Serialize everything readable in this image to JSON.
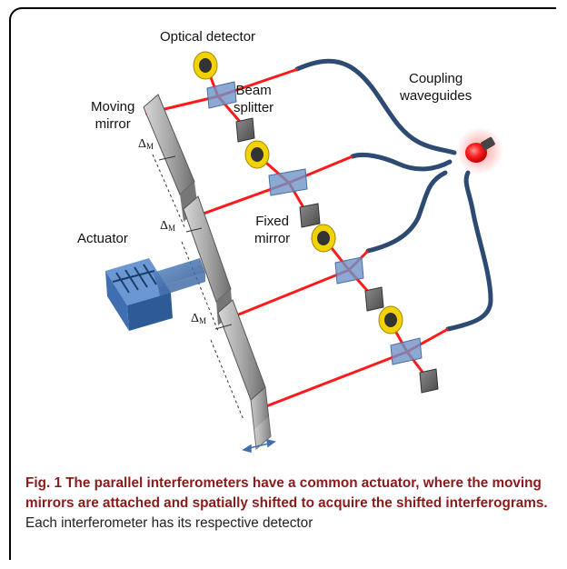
{
  "figure": {
    "labels": {
      "optical_detector": "Optical detector",
      "beam_splitter": "Beam\nsplitter",
      "coupling_waveguides": "Coupling\nwaveguides",
      "moving_mirror": "Moving\nmirror",
      "fixed_mirror": "Fixed\nmirror",
      "actuator": "Actuator",
      "delta_symbol": "Δ",
      "delta_subscript": "M"
    }
  },
  "caption": {
    "fig_number": "Fig. 1",
    "bold_text": "The parallel interferometers have a common actuator, where the moving mirrors are attached and spatially shifted to acquire the shifted interferograms.",
    "normal_text": "Each interferometer has its respective detector"
  },
  "colors": {
    "beam": "#ff1a1a",
    "waveguide": "#2c4a72",
    "splitter": "#6f93c8",
    "mirror": "#9a9a9a",
    "detector_ring": "#f2d200",
    "actuator": "#3f6fb0",
    "caption_bold": "#8b1b1b"
  }
}
